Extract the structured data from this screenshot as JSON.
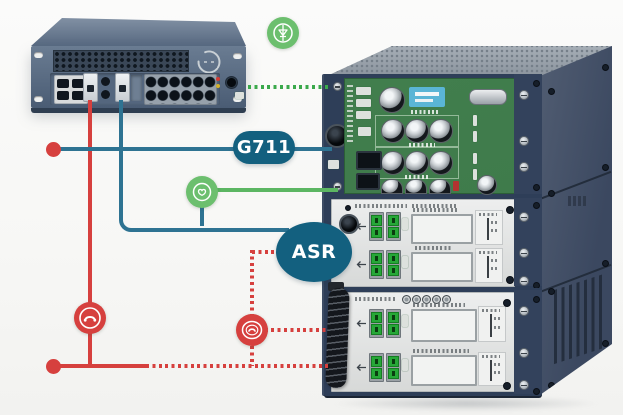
{
  "diagram": {
    "labels": {
      "codec_pill": "G711",
      "asr_oval": "ASR"
    },
    "colors": {
      "badge_teal": "#13607f",
      "icon_green": "#6cbf6e",
      "line_green": "#5cb662",
      "dotted_green": "#3aa94b",
      "line_blue": "#2e7392",
      "line_red": "#d6403e",
      "rack_navy": "#2e3e58",
      "pcb_green": "#3f7b4b",
      "router_gray_blue": "#5d708a"
    },
    "icons": [
      {
        "name": "antenna-icon",
        "style": "green circle, white diode/antenna symbol"
      },
      {
        "name": "smiley-icon",
        "style": "green circle, white circled smile symbol"
      },
      {
        "name": "handset-icon",
        "style": "red circle, white circled telephone handset"
      },
      {
        "name": "handset-icon-2",
        "style": "red circle, white circled telephone handset"
      }
    ],
    "devices": [
      {
        "name": "router-device",
        "description": "rack-mount router with ports, red and blue cables"
      },
      {
        "name": "media-gateway-rack",
        "description": "equipment stack: green PCB unit and two white media units with fiber connectors and handset coil"
      }
    ]
  }
}
